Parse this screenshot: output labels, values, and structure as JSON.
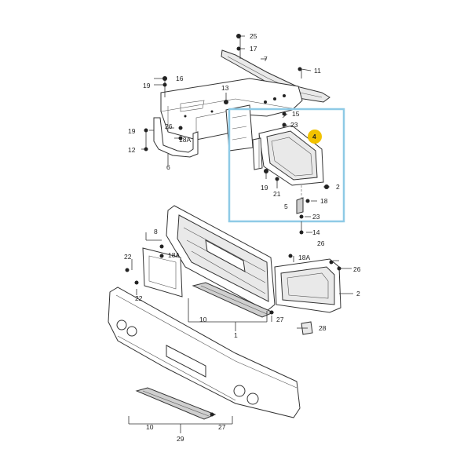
{
  "diagram": {
    "callouts": {
      "c1": "1",
      "c2a": "2",
      "c2b": "2",
      "c4": "4",
      "c5": "5",
      "c6": "6",
      "c7": "7",
      "c8": "8",
      "c10a": "10",
      "c10b": "10",
      "c11": "11",
      "c12": "12",
      "c13": "13",
      "c14": "14",
      "c15": "15",
      "c16": "16",
      "c17": "17",
      "c18": "18",
      "c18a1": "18A",
      "c18a2": "18A",
      "c18a3": "18A",
      "c19a": "19",
      "c19b": "19",
      "c19c": "19",
      "c21": "21",
      "c22a": "22",
      "c22b": "22",
      "c23a": "23",
      "c23b": "23",
      "c25": "25",
      "c26a": "26",
      "c26b": "26",
      "c26c": "26",
      "c27a": "27",
      "c27b": "27",
      "c28": "28",
      "c29": "29"
    },
    "highlight": {
      "box_color": "#8ecae6",
      "marker_color": "#f2c200",
      "marker_label": "4"
    }
  }
}
